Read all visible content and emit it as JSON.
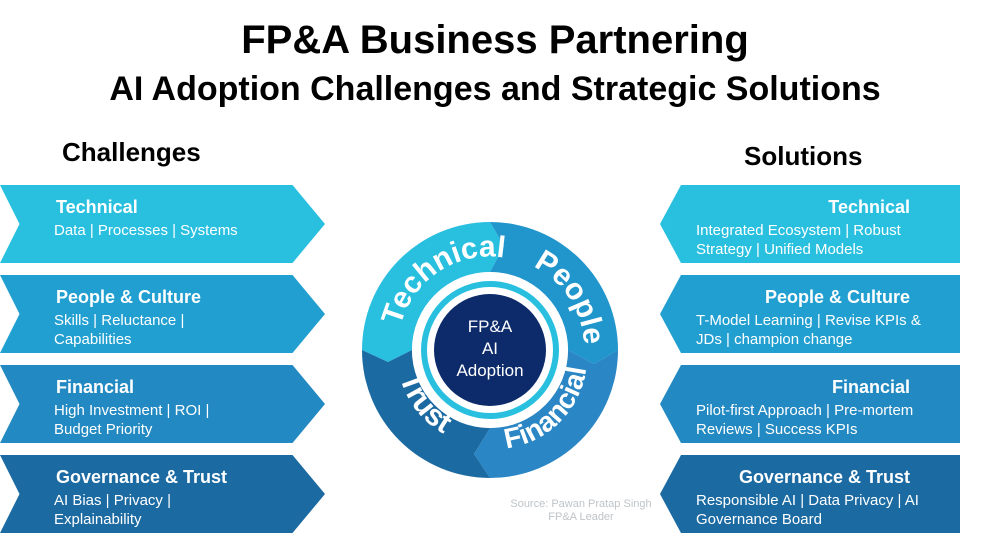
{
  "title": "FP&A Business Partnering",
  "subtitle": "AI Adoption Challenges and Strategic Solutions",
  "challenges": {
    "heading": "Challenges",
    "items": [
      {
        "title": "Technical",
        "body": "Data | Processes | Systems",
        "color": "#29c0e0"
      },
      {
        "title": "People & Culture",
        "body": "Skills | Reluctance | Capabilities",
        "color": "#219fd0"
      },
      {
        "title": "Financial",
        "body": "High Investment | ROI | Budget Priority",
        "color": "#2289c2"
      },
      {
        "title": "Governance & Trust",
        "body": "AI Bias | Privacy | Explainability",
        "color": "#1b6aa2"
      }
    ]
  },
  "solutions": {
    "heading": "Solutions",
    "items": [
      {
        "title": "Technical",
        "body": "Integrated Ecosystem | Robust Strategy | Unified Models",
        "color": "#29c0e0"
      },
      {
        "title": "People & Culture",
        "body": "T-Model Learning | Revise KPIs & JDs | champion change",
        "color": "#219fd0"
      },
      {
        "title": "Financial",
        "body": "Pilot-first Approach | Pre-mortem Reviews | Success KPIs",
        "color": "#2289c2"
      },
      {
        "title": "Governance & Trust",
        "body": "Responsible AI | Data Privacy | AI Governance Board",
        "color": "#1b6aa2"
      }
    ]
  },
  "wheel": {
    "center": [
      "FP&A",
      "AI",
      "Adoption"
    ],
    "segments": [
      "Technical",
      "People",
      "Financial",
      "Trust"
    ]
  },
  "source": [
    "Source: Pawan Pratap Singh",
    "FP&A Leader"
  ]
}
